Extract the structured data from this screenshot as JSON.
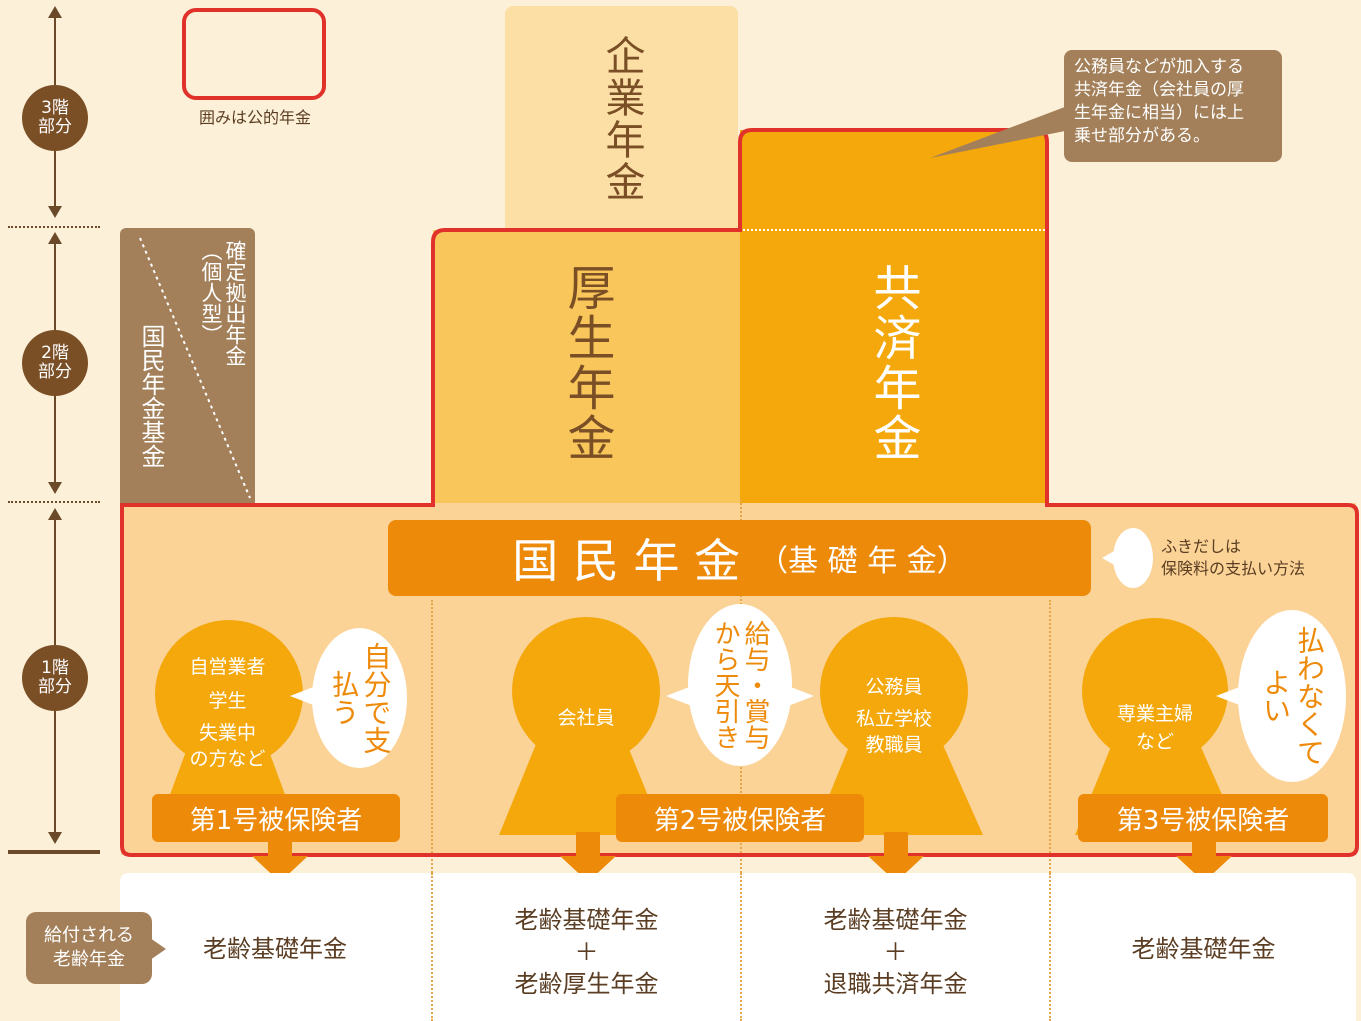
{
  "tiers": {
    "t3": [
      "3階",
      "部分"
    ],
    "t2": [
      "2階",
      "部分"
    ],
    "t1": [
      "1階",
      "部分"
    ]
  },
  "legend": {
    "frame_label": "囲みは公的年金",
    "bubble_label_1": "ふきだしは",
    "bubble_label_2": "保険料の支払い方法"
  },
  "blocks": {
    "kigyo": "企業年金",
    "kosei": "厚生年金",
    "kyosai": "共済年金",
    "kakutei": "確定拠出年金",
    "kakutei_sub": "（個人型）",
    "kokumin_kikin": "国民年金基金"
  },
  "kokumin": {
    "main": "国 民 年 金",
    "sub": "（基 礎 年 金）"
  },
  "callout": {
    "lines": [
      "公務員などが加入する",
      "共済年金（会社員の厚",
      "生年金に相当）には上",
      "乗せ部分がある。"
    ]
  },
  "groups": {
    "g1": {
      "people": [
        "自営業者",
        "学生",
        "失業中",
        "の方など"
      ],
      "bubble": "自分で支払う",
      "label": "第1号被保険者"
    },
    "g2": {
      "people_a": "会社員",
      "people_b": [
        "公務員",
        "私立学校",
        "教職員"
      ],
      "bubble": "給与・賞与から天引き",
      "label": "第2号被保険者"
    },
    "g3": {
      "people": [
        "専業主婦",
        "など"
      ],
      "bubble": "払わなくてよい",
      "label": "第3号被保険者"
    }
  },
  "benefits": {
    "tag": [
      "給付される",
      "老齢年金"
    ],
    "b1": "老齢基礎年金",
    "b2": [
      "老齢基礎年金",
      "＋",
      "老齢厚生年金"
    ],
    "b3": [
      "老齢基礎年金",
      "＋",
      "退職共済年金"
    ],
    "b4": "老齢基礎年金"
  },
  "colors": {
    "frame": "#e0322b",
    "orange": "#ee8a0a",
    "brown": "#7a4f26"
  }
}
